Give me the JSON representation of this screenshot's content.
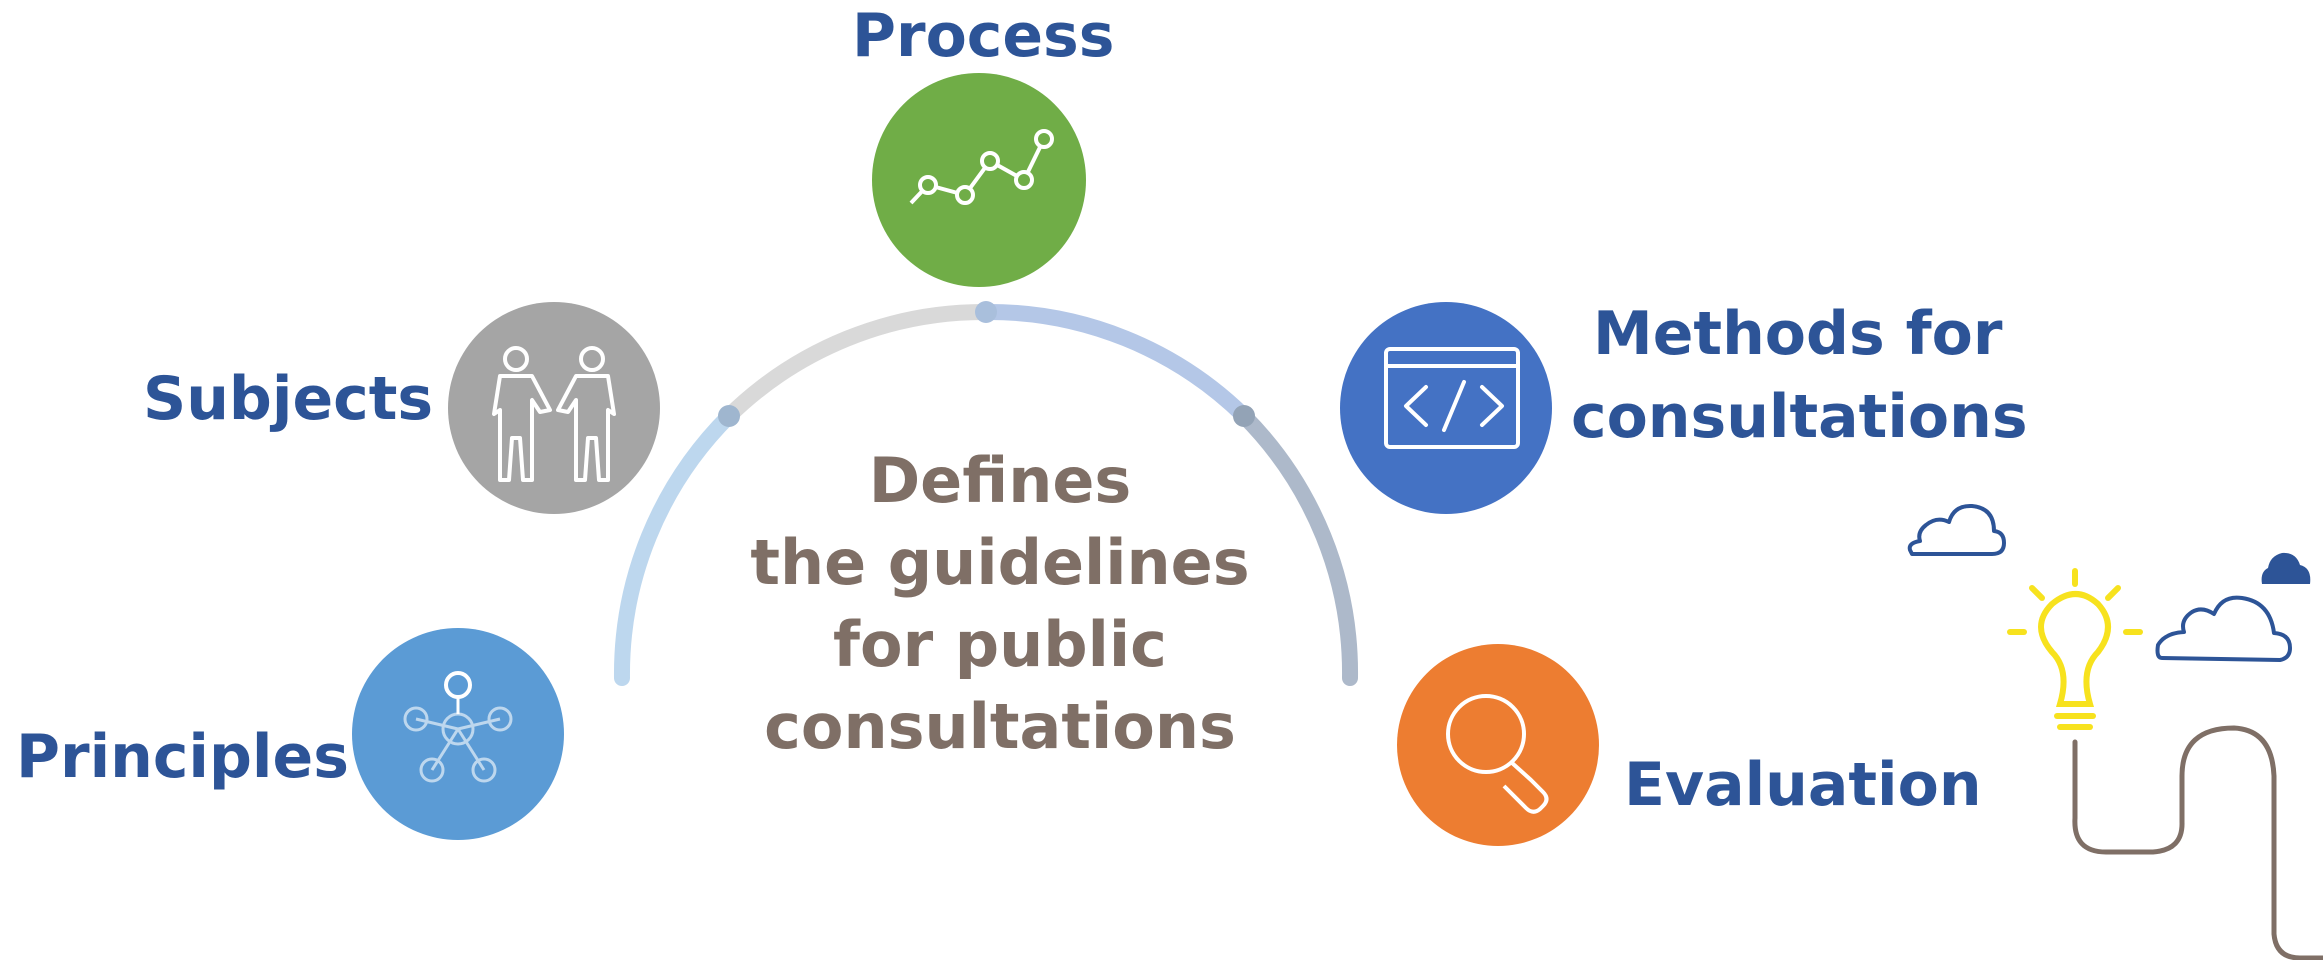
{
  "colors": {
    "label_text": "#2d5497",
    "center_text": "#7f6f66",
    "process_circle": "#70ad47",
    "subjects_circle": "#a5a5a5",
    "methods_circle": "#4472c4",
    "principles_circle": "#5b9bd5",
    "evaluation_circle": "#ed7d31",
    "arc_light_blue": "#bdd7ee",
    "arc_gray": "#d9d9d9",
    "arc_blue": "#b4c7e7",
    "arc_slate": "#adb9ca",
    "bulb_yellow": "#f7e21e",
    "cloud_navy": "#2d5497",
    "cable_brown": "#7f6f66"
  },
  "center": {
    "line1": "Defines",
    "line2": "the guidelines",
    "line3": "for public",
    "line4": "consultations"
  },
  "nodes": {
    "process": {
      "label": "Process",
      "icon": "line-chart-icon"
    },
    "subjects": {
      "label": "Subjects",
      "icon": "handshake-people-icon"
    },
    "methods": {
      "label_line1": "Methods for",
      "label_line2": "consultations",
      "icon": "code-window-icon"
    },
    "principles": {
      "label": "Principles",
      "icon": "network-hub-icon"
    },
    "evaluation": {
      "label": "Evaluation",
      "icon": "magnifier-icon"
    }
  },
  "decoration": {
    "icons": [
      "light-bulb-icon",
      "cloud-icon",
      "cable-icon"
    ]
  }
}
